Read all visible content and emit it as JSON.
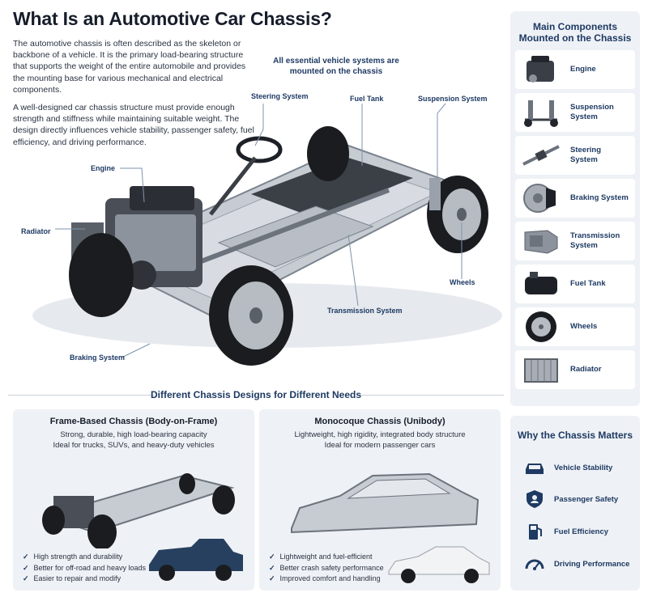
{
  "header": {
    "title": "What Is an Automotive Car Chassis?"
  },
  "intro": {
    "p1": "The automotive chassis is often described as the skeleton or backbone of a vehicle. It is the primary load-bearing structure that supports the weight of the entire automobile and provides the mounting base for various mechanical and electrical components.",
    "p2": "A well-designed car chassis structure must provide enough strength and stiffness while maintaining suitable weight. The design directly influences vehicle stability, passenger safety, fuel efficiency, and driving performance."
  },
  "hero": {
    "callout": "All essential vehicle systems are mounted on the chassis",
    "labels": {
      "steering": "Steering System",
      "fuel_tank": "Fuel Tank",
      "suspension": "Suspension System",
      "engine": "Engine",
      "radiator": "Radiator",
      "wheels": "Wheels",
      "transmission": "Transmission System",
      "braking": "Braking System"
    }
  },
  "components": {
    "title": "Main Components Mounted on the Chassis",
    "items": [
      {
        "label": "Engine",
        "icon": "engine-icon"
      },
      {
        "label": "Suspension System",
        "icon": "suspension-icon"
      },
      {
        "label": "Steering System",
        "icon": "steering-rack-icon"
      },
      {
        "label": "Braking System",
        "icon": "brake-disc-icon"
      },
      {
        "label": "Transmission System",
        "icon": "gearbox-icon"
      },
      {
        "label": "Fuel Tank",
        "icon": "fuel-tank-icon"
      },
      {
        "label": "Wheels",
        "icon": "wheel-icon"
      },
      {
        "label": "Radiator",
        "icon": "radiator-icon"
      }
    ]
  },
  "designs": {
    "heading": "Different Chassis Designs for Different Needs",
    "frame": {
      "title": "Frame-Based Chassis (Body-on-Frame)",
      "sub1": "Strong, durable, high load-bearing capacity",
      "sub2": "Ideal for trucks, SUVs, and heavy-duty vehicles",
      "bullets": [
        "High strength and durability",
        "Better for off-road and heavy loads",
        "Easier to repair and modify"
      ]
    },
    "mono": {
      "title": "Monocoque Chassis (Unibody)",
      "sub1": "Lightweight, high rigidity, integrated body structure",
      "sub2": "Ideal for modern passenger cars",
      "bullets": [
        "Lightweight and fuel-efficient",
        "Better crash safety performance",
        "Improved comfort and handling"
      ]
    }
  },
  "why": {
    "title": "Why the Chassis Matters",
    "items": [
      {
        "label": "Vehicle Stability",
        "icon": "car-icon"
      },
      {
        "label": "Passenger Safety",
        "icon": "shield-person-icon"
      },
      {
        "label": "Fuel Efficiency",
        "icon": "fuel-pump-icon"
      },
      {
        "label": "Driving Performance",
        "icon": "speedometer-icon"
      }
    ]
  },
  "colors": {
    "accent": "#1e3a63",
    "panel": "#eef1f5",
    "text": "#1c2431"
  }
}
